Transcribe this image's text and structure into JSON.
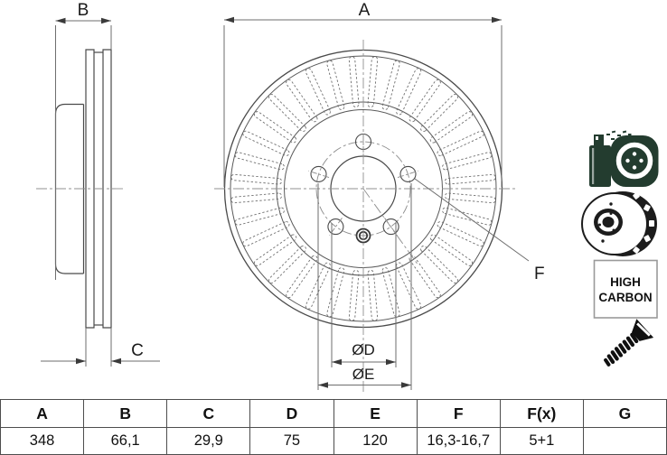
{
  "drawing": {
    "dim_labels": {
      "A": "A",
      "B": "B",
      "C": "C",
      "D": "ØD",
      "E": "ØE",
      "F": "F"
    }
  },
  "icons": {
    "spray_disc": "coated-disc-spray-icon",
    "vented_disc": "vented-disc-icon",
    "screw": "countersunk-screw-icon",
    "high_carbon_line1": "HIGH",
    "high_carbon_line2": "CARBON"
  },
  "table": {
    "headers": [
      "A",
      "B",
      "C",
      "D",
      "E",
      "F",
      "F(x)",
      "G"
    ],
    "values": [
      "348",
      "66,1",
      "29,9",
      "75",
      "120",
      "16,3-16,7",
      "5+1",
      ""
    ]
  },
  "colors": {
    "icon_green": "#233c2f",
    "line": "#4a4a4a"
  }
}
